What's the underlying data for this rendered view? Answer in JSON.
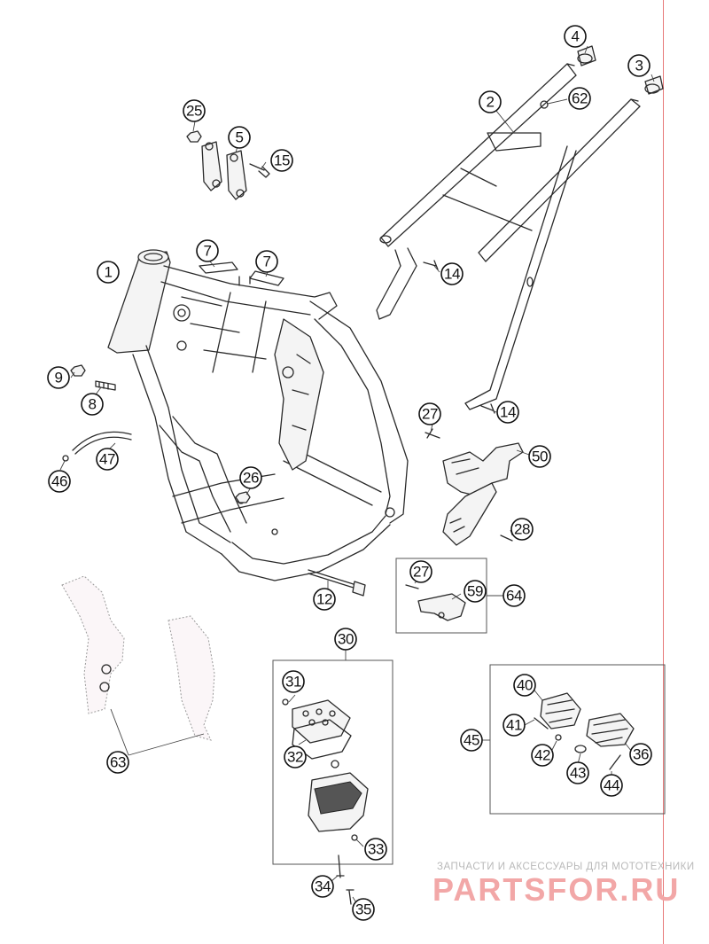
{
  "callouts": {
    "c1": "1",
    "c2": "2",
    "c3": "3",
    "c4": "4",
    "c5": "5",
    "c7a": "7",
    "c7b": "7",
    "c8": "8",
    "c9": "9",
    "c12": "12",
    "c14a": "14",
    "c14b": "14",
    "c15": "15",
    "c25": "25",
    "c26": "26",
    "c27a": "27",
    "c27b": "27",
    "c28": "28",
    "c30": "30",
    "c31": "31",
    "c32": "32",
    "c33": "33",
    "c34": "34",
    "c35": "35",
    "c36": "36",
    "c40": "40",
    "c41": "41",
    "c42": "42",
    "c43": "43",
    "c44": "44",
    "c45": "45",
    "c46": "46",
    "c47": "47",
    "c50": "50",
    "c59": "59",
    "c62": "62",
    "c63": "63",
    "c64": "64"
  },
  "watermark": {
    "caption": "ЗАПЧАСТИ И АКСЕССУАРЫ ДЛЯ МОТОТЕХНИКИ",
    "logo": "PARTSFOR.RU"
  },
  "colors": {
    "line": "#2a2a2a",
    "watermark_logo": "#f2a7a7",
    "watermark_caption": "#b9b9b9",
    "margin_line": "#e77a7a"
  }
}
